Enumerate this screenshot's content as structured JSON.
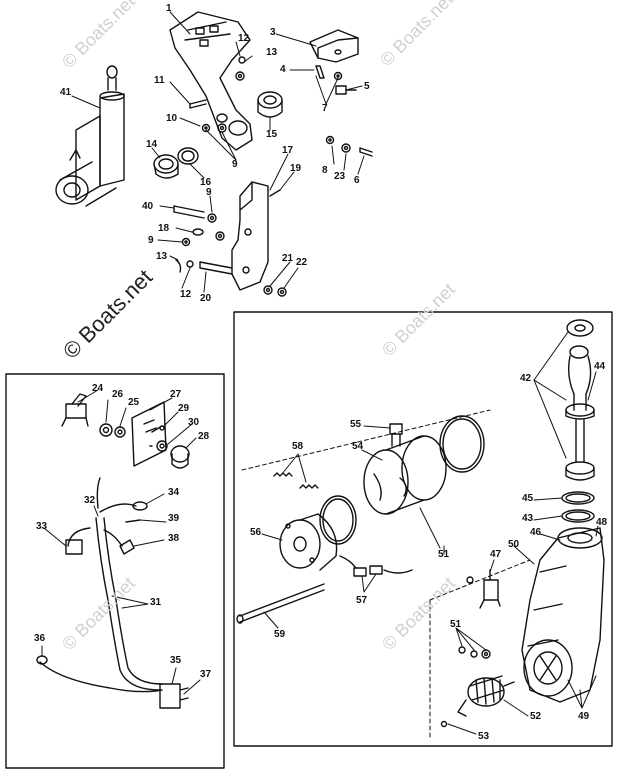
{
  "watermark": "© Boats.net",
  "labels": {
    "l1": "1",
    "l3": "3",
    "l4": "4",
    "l5": "5",
    "l6": "6",
    "l7": "7",
    "l8": "8",
    "l9a": "9",
    "l9b": "9",
    "l9c": "9",
    "l10": "10",
    "l11": "11",
    "l12a": "12",
    "l12b": "12",
    "l13a": "13",
    "l13b": "13",
    "l14": "14",
    "l15": "15",
    "l16": "16",
    "l17": "17",
    "l18": "18",
    "l19": "19",
    "l20": "20",
    "l21": "21",
    "l22": "22",
    "l23": "23",
    "l24": "24",
    "l25": "25",
    "l26": "26",
    "l27": "27",
    "l28": "28",
    "l29": "29",
    "l30": "30",
    "l31": "31",
    "l32": "32",
    "l33": "33",
    "l34": "34",
    "l35": "35",
    "l36": "36",
    "l37": "37",
    "l38": "38",
    "l39": "39",
    "l40": "40",
    "l41": "41",
    "l42": "42",
    "l43": "43",
    "l44": "44",
    "l45": "45",
    "l46": "46",
    "l47": "47",
    "l48": "48",
    "l49": "49",
    "l50": "50",
    "l51a": "51",
    "l51b": "51",
    "l52": "52",
    "l53": "53",
    "l54": "54",
    "l55": "55",
    "l56": "56",
    "l57": "57",
    "l58": "58",
    "l59": "59"
  }
}
